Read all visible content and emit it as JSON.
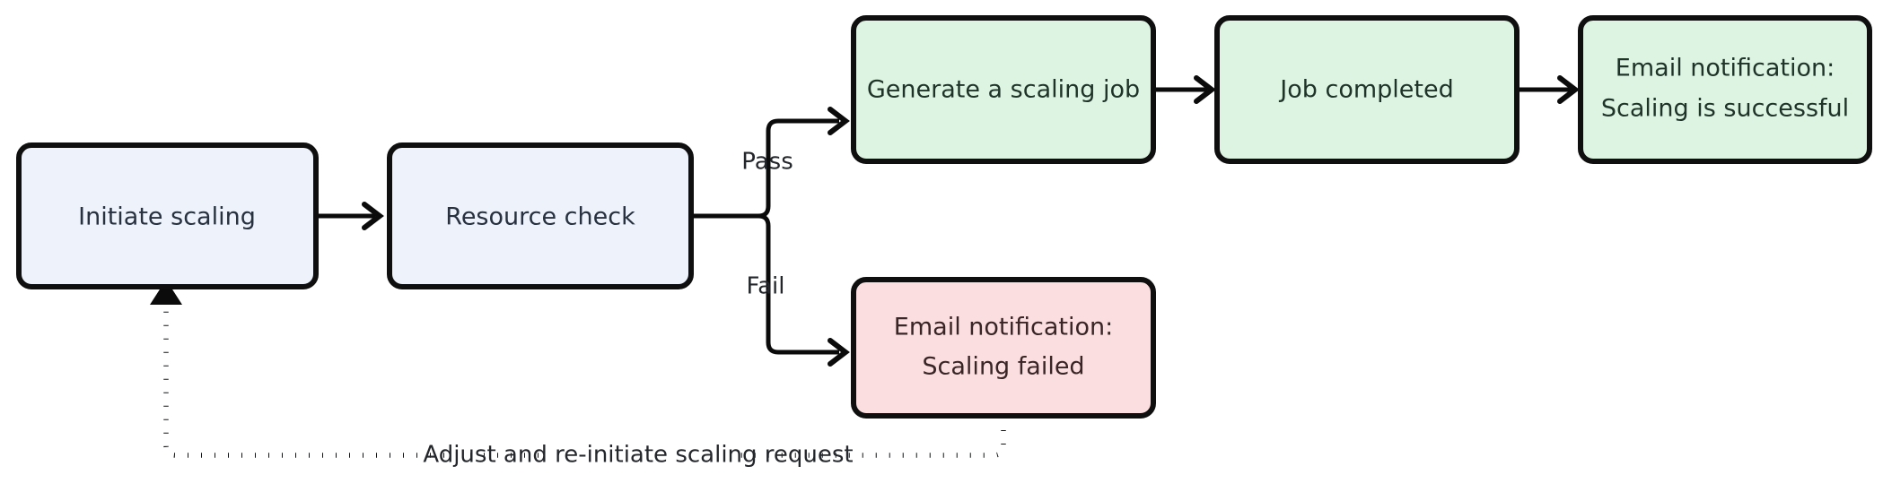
{
  "diagram": {
    "title": "Scaling workflow flowchart",
    "background": "#ffffff",
    "palette": {
      "blue_fill": "#edf2fb",
      "green_fill": "#dcf4e1",
      "red_fill": "#fbdedf",
      "border": "#0f0f10",
      "edge": "#0b0b0c",
      "text_blue": "#27313f",
      "text_green": "#1f3329",
      "text_red": "#3a2526",
      "label_text": "#23262b"
    },
    "nodes": [
      {
        "id": "initiate-scaling",
        "label": "Initiate scaling",
        "lines": [
          "Initiate scaling"
        ],
        "type": "process",
        "color": "blue"
      },
      {
        "id": "resource-check",
        "label": "Resource check",
        "lines": [
          "Resource check"
        ],
        "type": "decision",
        "color": "blue"
      },
      {
        "id": "generate-scaling-job",
        "label": "Generate a scaling job",
        "lines": [
          "Generate a scaling job"
        ],
        "type": "process",
        "color": "green"
      },
      {
        "id": "job-completed",
        "label": "Job completed",
        "lines": [
          "Job completed"
        ],
        "type": "process",
        "color": "green"
      },
      {
        "id": "email-success",
        "label": "Email notification: Scaling  is successful",
        "lines": [
          "Email notification:",
          "Scaling  is successful"
        ],
        "type": "process",
        "color": "green"
      },
      {
        "id": "email-failed",
        "label": "Email notification: Scaling  failed",
        "lines": [
          "Email notification:",
          "Scaling  failed"
        ],
        "type": "process",
        "color": "red"
      }
    ],
    "edges": [
      {
        "id": "initiate-to-check",
        "from": "initiate-scaling",
        "to": "resource-check",
        "label": "",
        "style": "solid"
      },
      {
        "id": "check-to-generate",
        "from": "resource-check",
        "to": "generate-scaling-job",
        "label": "Pass",
        "style": "solid"
      },
      {
        "id": "check-to-email-failed",
        "from": "resource-check",
        "to": "email-failed",
        "label": "Fail",
        "style": "solid"
      },
      {
        "id": "generate-to-completed",
        "from": "generate-scaling-job",
        "to": "job-completed",
        "label": "",
        "style": "solid"
      },
      {
        "id": "completed-to-email-success",
        "from": "job-completed",
        "to": "email-success",
        "label": "",
        "style": "solid"
      },
      {
        "id": "email-failed-to-initiate",
        "from": "email-failed",
        "to": "initiate-scaling",
        "label": "Adjust and re-initiate scaling request",
        "style": "dotted"
      }
    ],
    "edge_labels": {
      "pass": "Pass",
      "fail": "Fail",
      "loop": "Adjust and re-initiate scaling request"
    }
  }
}
